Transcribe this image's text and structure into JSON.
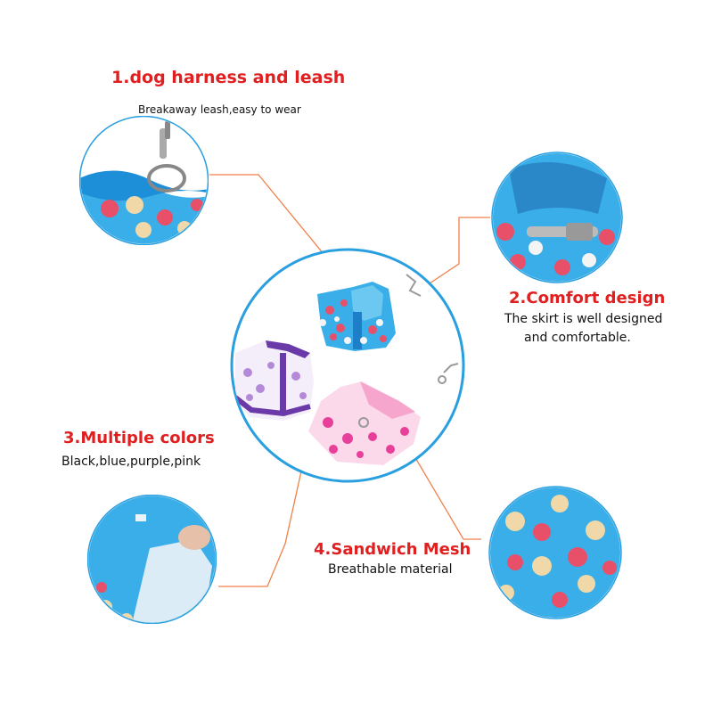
{
  "features": [
    {
      "title": "1.dog harness and leash",
      "subtitle": "Breakaway leash,easy to wear"
    },
    {
      "title": "2.Comfort design",
      "subtitle_line1": "The skirt is well designed",
      "subtitle_line2": "and comfortable."
    },
    {
      "title": "3.Multiple colors",
      "subtitle": "Black,blue,purple,pink"
    },
    {
      "title": "4.Sandwich Mesh",
      "subtitle": "Breathable material"
    }
  ],
  "colors": {
    "title_red": "#e02020",
    "accent_blue": "#2a9fe0",
    "line_orange": "#f0804a",
    "mesh_blue": "#3aaee8",
    "heart_pink": "#e8506a",
    "heart_cream": "#f0d8a8",
    "purple": "#6a3aa8",
    "pink": "#f090c0"
  }
}
